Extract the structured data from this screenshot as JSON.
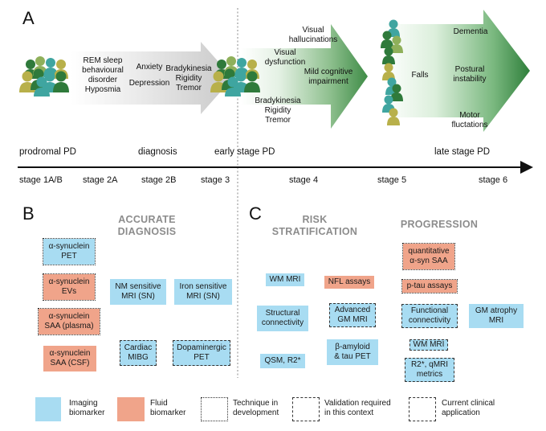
{
  "panels": {
    "a": "A",
    "b": "B",
    "c": "C"
  },
  "timeline": {
    "prodromal_symptoms": [
      "REM sleep",
      "behavioural",
      "disorder",
      "Hyposmia"
    ],
    "diagnosis_symptoms_1": [
      "Anxiety",
      "Depression"
    ],
    "diagnosis_symptoms_2": [
      "Bradykinesia",
      "Rigidity",
      "Tremor"
    ],
    "early_symptoms_top": [
      "Visual",
      "hallucinations"
    ],
    "early_symptoms_left": [
      "Visual",
      "dysfunction"
    ],
    "early_symptoms_mid": [
      "Mild cognitive",
      "impairment"
    ],
    "early_symptoms_bottom": [
      "Bradykinesia",
      "Rigidity",
      "Tremor"
    ],
    "late_falls": "Falls",
    "late_dementia": "Dementia",
    "late_postural": [
      "Postural",
      "instability"
    ],
    "late_motor": [
      "Motor",
      "fluctations"
    ],
    "phases": {
      "prodromal": "prodromal PD",
      "diagnosis": "diagnosis",
      "early": "early stage PD",
      "late": "late stage PD"
    },
    "stages": [
      "stage 1A/B",
      "stage 2A",
      "stage 2B",
      "stage 3",
      "stage 4",
      "stage 5",
      "stage 6"
    ]
  },
  "sections": {
    "accurate_diagnosis": [
      "ACCURATE",
      "DIAGNOSIS"
    ],
    "risk_stratification": [
      "RISK",
      "STRATIFICATION"
    ],
    "progression": "PROGRESSION"
  },
  "boxes_b": {
    "syn_pet": [
      "α-synuclein",
      "PET"
    ],
    "syn_evs": [
      "α-synuclein",
      "EVs"
    ],
    "syn_saa_plasma": [
      "α-synuclein",
      "SAA (plasma)"
    ],
    "syn_saa_csf": [
      "α-synuclein",
      "SAA (CSF)"
    ],
    "nm_mri": [
      "NM sensitive",
      "MRI (SN)"
    ],
    "iron_mri": [
      "Iron sensitive",
      "MRI (SN)"
    ],
    "cardiac_mibg": [
      "Cardiac",
      "MIBG"
    ],
    "dopa_pet": [
      "Dopaminergic",
      "PET"
    ]
  },
  "boxes_c": {
    "wm_mri": "WM MRI",
    "nfl": "NFL assays",
    "structural": [
      "Structural",
      "connectivity"
    ],
    "adv_gm": [
      "Advanced",
      "GM MRI"
    ],
    "qsm": "QSM, R2*",
    "amyloid": [
      "β-amyloid",
      "& tau PET"
    ],
    "quant_saa": [
      "quantitative",
      "α-syn SAA"
    ],
    "ptau": "p-tau assays",
    "functional": [
      "Functional",
      "connectivity"
    ],
    "gm_atrophy": [
      "GM atrophy",
      "MRI"
    ],
    "wm_mri_2": "WM MRI",
    "r2_qmri": [
      "R2*, qMRI",
      "metrics"
    ]
  },
  "legend": {
    "imaging": [
      "Imaging",
      "biomarker"
    ],
    "fluid": [
      "Fluid",
      "biomarker"
    ],
    "dev": [
      "Technique in",
      "development"
    ],
    "val": [
      "Validation required",
      "in this context"
    ],
    "clin": [
      "Current clinical",
      "application"
    ]
  },
  "colors": {
    "imaging": "#a8dcf2",
    "fluid": "#f0a48a",
    "arrow_green": "#3f8c47",
    "arrow_gray": "#d9d9d9",
    "title_gray": "#8c8c8c"
  }
}
